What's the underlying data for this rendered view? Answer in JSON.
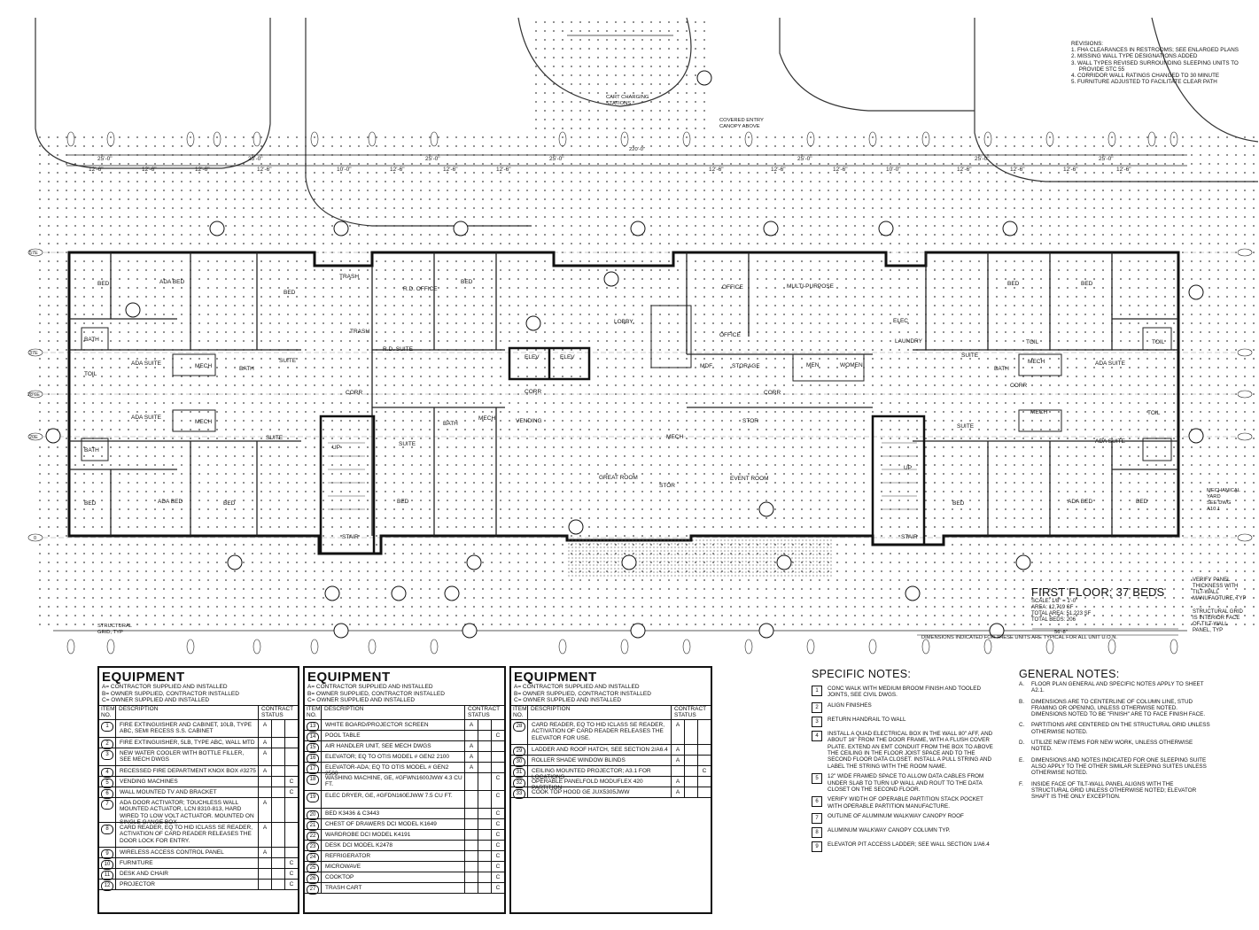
{
  "revisions": {
    "title": "REVISIONS:",
    "items": [
      "1.  FHA CLEARANCES IN RESTROOMS; SEE ENLARGED PLANS",
      "2.  MISSING WALL TYPE DESIGNATIONS ADDED",
      "3.  WALL TYPES REVISED SURROUNDING SLEEPING UNITS TO",
      "     PROVIDE STC 55",
      "4.  CORRIDOR WALL RATINGS CHANGED TO 30 MINUTE",
      "5.  FURNITURE ADJUSTED TO FACILITATE CLEAR PATH"
    ]
  },
  "plan": {
    "title": "FIRST FLOOR; 37 BEDS",
    "scale": "SCALE: 1/8\" = 1'-0\"",
    "area": "AREA: 12,719 SF",
    "total_area": "TOTAL AREA: 51,223 SF",
    "total_beds": "TOTAL BEDS: 206",
    "dim_note": "DIMENSIONS INDICATED FOR THESE UNITS ARE TYPICAL FOR ALL UNIT U.O.N.",
    "dim_overall": "56'-8\"",
    "note_panel": "VERIFY PANEL\nTHICKNESS WITH\nTILT-WALL\nMANUFACTURE, TYP",
    "note_grid": "STRUCTURAL GRID\nIS INTERIOR FACE\nOF TILT-WALL\nPANEL, TYP",
    "note_structural": "STRUCTURAL\nGRID, TYP",
    "note_mech_yard": "MECHANICAL\nYARD\nSEE DWG\nA10.1",
    "note_canopy": "COVERED ENTRY\nCANOPY ABOVE",
    "note_cart": "CART CHARGING\nSTATIONS",
    "overall_dim": "220'-0\"",
    "rooms": [
      "BED",
      "ADA BED",
      "ADA SUITE",
      "SUITE",
      "MECH",
      "BATH",
      "TOIL",
      "TRASH",
      "OFFICE",
      "R.D. OFFICE",
      "R.D. SUITE",
      "LOBBY",
      "ELEV",
      "CORR",
      "GREAT ROOM",
      "STOR",
      "MULTI-PURPOSE",
      "EVENT ROOM",
      "LAUNDRY",
      "ELEC",
      "STAIR",
      "UP",
      "MEN",
      "WOMEN",
      "STORAGE",
      "MDF",
      "VENDING"
    ],
    "grid_rows": [
      "57E",
      "37E",
      "28'6E",
      "20E",
      "0"
    ]
  },
  "schedules": [
    {
      "title": "EQUIPMENT",
      "legend": [
        "A= CONTRACTOR SUPPLIED AND INSTALLED",
        "B= OWNER SUPPLIED, CONTRACTOR INSTALLED",
        "C= OWNER SUPPLIED AND INSTALLED"
      ],
      "head_no": "ITEM NO.",
      "head_desc": "DESCRIPTION",
      "head_status": "CONTRACT STATUS",
      "rows": [
        {
          "no": "1",
          "desc": "FIRE EXTINGUISHER AND CABINET, 10LB, TYPE ABC, SEMI RECESS S.S. CABINET",
          "a": "A",
          "b": "",
          "c": "",
          "h": 2
        },
        {
          "no": "2",
          "desc": "FIRE EXTINGUISHER, 5LB, TYPE ABC, WALL MTD",
          "a": "A",
          "b": "",
          "c": "",
          "h": 1
        },
        {
          "no": "3",
          "desc": "NEW WATER COOLER WITH BOTTLE FILLER, SEE MECH DWGS",
          "a": "A",
          "b": "",
          "c": "",
          "h": 2
        },
        {
          "no": "4",
          "desc": "RECESSED FIRE DEPARTMENT KNOX BOX #3275",
          "a": "A",
          "b": "",
          "c": "",
          "h": 1
        },
        {
          "no": "5",
          "desc": "VENDING MACHINES",
          "a": "",
          "b": "",
          "c": "C",
          "h": 1
        },
        {
          "no": "6",
          "desc": "WALL MOUNTED TV AND BRACKET",
          "a": "",
          "b": "",
          "c": "C",
          "h": 1
        },
        {
          "no": "7",
          "desc": "ADA DOOR ACTIVATOR; TOUCHLESS WALL MOUNTED ACTUATOR, LCN 8310-813, HARD WIRED TO LOW VOLT ACTUATOR.  MOUNTED ON SINGLE GANGE BOX",
          "a": "A",
          "b": "",
          "c": "",
          "h": 3
        },
        {
          "no": "8",
          "desc": "CARD READER, EQ TO HID ICLASS SE READER, ACTIVATION OF CARD READER RELEASES THE DOOR LOCK FOR ENTRY.",
          "a": "A",
          "b": "",
          "c": "",
          "h": 3
        },
        {
          "no": "9",
          "desc": "WIRELESS ACCESS CONTROL PANEL",
          "a": "A",
          "b": "",
          "c": "",
          "h": 1
        },
        {
          "no": "10",
          "desc": "FURNITURE",
          "a": "",
          "b": "",
          "c": "C",
          "h": 1
        },
        {
          "no": "11",
          "desc": "DESK AND CHAIR",
          "a": "",
          "b": "",
          "c": "C",
          "h": 1
        },
        {
          "no": "12",
          "desc": "PROJECTOR",
          "a": "",
          "b": "",
          "c": "C",
          "h": 1
        }
      ]
    },
    {
      "title": "EQUIPMENT",
      "legend": [
        "A= CONTRACTOR SUPPLIED AND INSTALLED",
        "B= OWNER SUPPLIED, CONTRACTOR INSTALLED",
        "C= OWNER SUPPLIED AND INSTALLED"
      ],
      "head_no": "ITEM NO.",
      "head_desc": "DESCRIPTION",
      "head_status": "CONTRACT STATUS",
      "rows": [
        {
          "no": "13",
          "desc": "WHITE BOARD/PROJECTOR SCREEN",
          "a": "A",
          "b": "",
          "c": "",
          "h": 1
        },
        {
          "no": "14",
          "desc": "POOL TABLE",
          "a": "",
          "b": "",
          "c": "C",
          "h": 1
        },
        {
          "no": "15",
          "desc": "AIR HANDLER UNIT, SEE MECH DWGS",
          "a": "A",
          "b": "",
          "c": "",
          "h": 1
        },
        {
          "no": "16",
          "desc": "ELEVATOR; EQ TO OTIS MODEL # GEN2 2100",
          "a": "A",
          "b": "",
          "c": "",
          "h": 1
        },
        {
          "no": "17",
          "desc": "ELEVATOR-ADA; EQ TO OTIS MODEL # GEN2 2500",
          "a": "A",
          "b": "",
          "c": "",
          "h": 1
        },
        {
          "no": "18",
          "desc": "WASHING MACHINE, GE, #GFWN1600JWW 4.3 CU FT.",
          "a": "",
          "b": "",
          "c": "C",
          "h": 2
        },
        {
          "no": "19",
          "desc": "ELEC DRYER, GE, #GFDN160EJWW 7.5 CU FT.",
          "a": "",
          "b": "",
          "c": "C",
          "h": 2
        },
        {
          "no": "20",
          "desc": "BED K3436 & C3443",
          "a": "",
          "b": "",
          "c": "C",
          "h": 1
        },
        {
          "no": "21",
          "desc": "CHEST OF DRAWERS DCI MODEL K1649",
          "a": "",
          "b": "",
          "c": "C",
          "h": 1
        },
        {
          "no": "22",
          "desc": "WARDROBE DCI MODEL K4191",
          "a": "",
          "b": "",
          "c": "C",
          "h": 1
        },
        {
          "no": "23",
          "desc": "DESK DCI MODEL K2478",
          "a": "",
          "b": "",
          "c": "C",
          "h": 1
        },
        {
          "no": "24",
          "desc": "REFRIGERATOR",
          "a": "",
          "b": "",
          "c": "C",
          "h": 1
        },
        {
          "no": "25",
          "desc": "MICROWAVE",
          "a": "",
          "b": "",
          "c": "C",
          "h": 1
        },
        {
          "no": "26",
          "desc": "COOKTOP",
          "a": "",
          "b": "",
          "c": "C",
          "h": 1
        },
        {
          "no": "27",
          "desc": "TRASH CART",
          "a": "",
          "b": "",
          "c": "C",
          "h": 1
        }
      ]
    },
    {
      "title": "EQUIPMENT",
      "legend": [
        "A= CONTRACTOR SUPPLIED AND INSTALLED",
        "B= OWNER SUPPLIED, CONTRACTOR INSTALLED",
        "C= OWNER SUPPLIED AND INSTALLED"
      ],
      "head_no": "ITEM NO.",
      "head_desc": "DESCRIPTION",
      "head_status": "CONTRACT STATUS",
      "rows": [
        {
          "no": "28",
          "desc": "CARD READER, EQ TO HID ICLASS SE READER, ACTIVATION OF CARD READER RELEASES THE ELEVATOR FOR USE.",
          "a": "A",
          "b": "",
          "c": "",
          "h": 3
        },
        {
          "no": "29",
          "desc": "LADDER AND ROOF HATCH, SEE SECTION 2/A6.4",
          "a": "A",
          "b": "",
          "c": "",
          "h": 1
        },
        {
          "no": "30",
          "desc": "ROLLER SHADE WINDOW BLINDS",
          "a": "A",
          "b": "",
          "c": "",
          "h": 1
        },
        {
          "no": "31",
          "desc": "CEILING MOUNTED PROJECTOR; A3.1 FOR LOCATIONS",
          "a": "",
          "b": "",
          "c": "C",
          "h": 1
        },
        {
          "no": "32",
          "desc": "OPERABLE PANELFOLD MODUFLEX 420 PARTITION",
          "a": "A",
          "b": "",
          "c": "",
          "h": 1
        },
        {
          "no": "33",
          "desc": "COOK TOP HOOD GE JUX5305JWW",
          "a": "A",
          "b": "",
          "c": "",
          "h": 1
        }
      ]
    }
  ],
  "specific_notes": {
    "title": "SPECIFIC NOTES:",
    "items": [
      {
        "key": "1",
        "text": "CONC WALK WITH MEDIUM BROOM FINISH AND TOOLED JOINTS, SEE CIVIL DWGS."
      },
      {
        "key": "2",
        "text": "ALIGN FINISHES"
      },
      {
        "key": "3",
        "text": "RETURN HANDRAIL TO WALL"
      },
      {
        "key": "4",
        "text": "INSTALL A QUAD ELECTRICAL BOX IN THE WALL 80\" AFF, AND ABOUT 16\" FROM THE DOOR FRAME, WITH A FLUSH COVER PLATE.  EXTEND AN EMT CONDUIT FROM THE BOX TO ABOVE THE CEILING IN THE FLOOR JOIST SPACE AND TO THE SECOND FLOOR DATA CLOSET.  INSTALL A PULL STRING AND LABEL THE STRING WITH THE ROOM NAME."
      },
      {
        "key": "5",
        "text": "12\" WIDE FRAMED SPACE TO ALLOW DATA CABLES FROM UNDER SLAB TO TURN UP WALL AND ROUT TO THE DATA CLOSET ON THE SECOND FLOOR."
      },
      {
        "key": "6",
        "text": "VERIFY WIDTH OF OPERABLE PARTITION STACK POCKET WITH OPERABLE PARTITION MANUFACTURE."
      },
      {
        "key": "7",
        "text": "OUTLINE OF ALUMINUM WALKWAY CANOPY ROOF"
      },
      {
        "key": "8",
        "text": "ALUMINUM WALKWAY CANOPY COLUMN TYP."
      },
      {
        "key": "9",
        "text": "ELEVATOR PIT ACCESS LADDER; SEE WALL SECTION 1/A6.4"
      }
    ]
  },
  "general_notes": {
    "title": "GENERAL NOTES:",
    "items": [
      {
        "key": "A.",
        "text": "FLOOR PLAN GENERAL AND SPECIFIC NOTES APPLY TO SHEET A2.1."
      },
      {
        "key": "B.",
        "text": "DIMENSIONS ARE TO CENTERLINE OF COLUMN LINE, STUD FRAMING OR OPENING, UNLESS OTHERWISE NOTED.  DIMENSIONS NOTED TO BE \"FINISH\" ARE TO FACE FINISH FACE."
      },
      {
        "key": "C.",
        "text": "PARTITIONS ARE CENTERED ON THE STRUCTURAL GRID UNLESS OTHERWISE NOTED."
      },
      {
        "key": "D.",
        "text": "UTILIZE NEW ITEMS FOR NEW WORK, UNLESS OTHERWISE NOTED."
      },
      {
        "key": "E.",
        "text": "DIMENSIONS AND NOTES INDICATED FOR ONE SLEEPING SUITE ALSO APPLY TO THE OTHER SIMILAR SLEEPING SUITES UNLESS OTHERWISE NOTED."
      },
      {
        "key": "F.",
        "text": "INSIDE FACE OF TILT-WALL PANEL ALIGNS WITH THE STRUCTURAL GRID UNLESS OTHERWISE NOTED; ELEVATOR SHAFT IS THE ONLY EXCEPTION."
      }
    ]
  }
}
